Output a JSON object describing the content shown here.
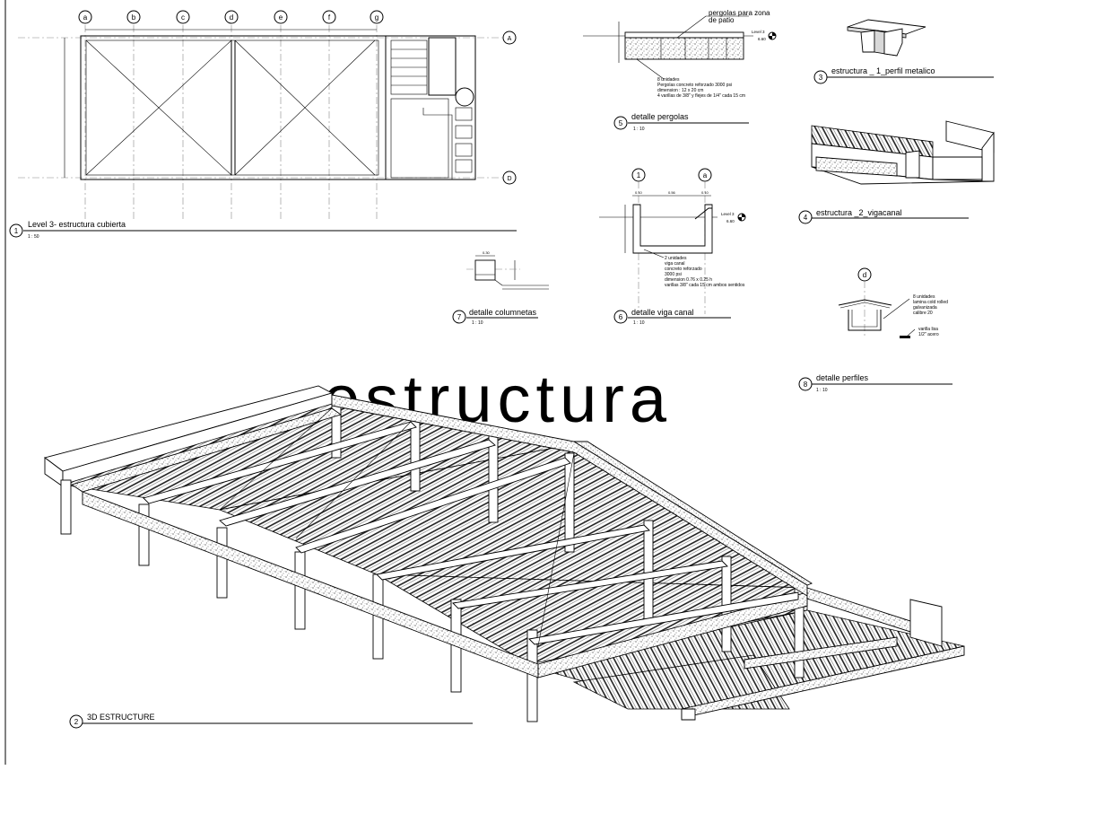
{
  "grid_columns": [
    "a",
    "b",
    "c",
    "d",
    "e",
    "f",
    "g"
  ],
  "grid_rows": [
    "A",
    "D"
  ],
  "plan": {
    "number": "1",
    "title": "Level 3- estructura cubierta",
    "scale": "1 : 50"
  },
  "view_3d": {
    "number": "2",
    "title": "3D ESTRUCTURE"
  },
  "estructura_1": {
    "number": "3",
    "title": "estructura _ 1_perfil metalico"
  },
  "estructura_2": {
    "number": "4",
    "title": "estructura _2_vigacanal"
  },
  "detalle_pergolas": {
    "number": "5",
    "title": "detalle pergolas",
    "scale": "1 : 10",
    "callout": "pergolas para  zona de patio",
    "callout_line1": "pergolas para  zona",
    "callout_line2": "de patio",
    "level_label": "Level 3",
    "level_value": "6.60",
    "note_lines": [
      "8 unidades",
      "Pergolas concreto reforzado 3000 psi",
      "dimension : 12 x 20 cm",
      "4 varillas de 3/8\" y flejes  de 1/4\" cada 15 cm"
    ]
  },
  "detalle_viga_canal": {
    "number": "6",
    "title": "detalle viga canal",
    "scale": "1 : 10",
    "grid_left": "1",
    "grid_right": "a",
    "level_label": "Level 3",
    "level_value": "6.60",
    "dim_left": "0.10",
    "dim_mid": "0.56",
    "dim_right": "0.10",
    "note_lines": [
      "2 unidades",
      "viga canal",
      "concreto reforzado",
      "3000 psi",
      "dimension 0.76 x 0.25 h",
      "varillas 3/8\" cada 15 cm ambos sentidos"
    ]
  },
  "detalle_columnetas": {
    "number": "7",
    "title": "detalle columnetas",
    "scale": "1 : 10",
    "dim_top": "0.30"
  },
  "detalle_perfiles": {
    "number": "8",
    "title": "detalle perfiles",
    "scale": "1 : 10",
    "grid_label": "d",
    "note_lines": [
      "8 unidades",
      "lamina cold rolled",
      "galvanizada",
      "calibre 20"
    ],
    "note2_lines": [
      "varilla lisa",
      "1/2\" acero"
    ]
  },
  "watermark": "estructura"
}
